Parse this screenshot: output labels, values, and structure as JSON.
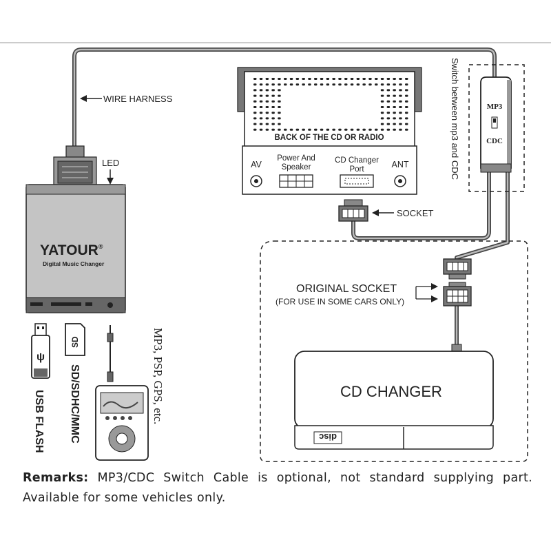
{
  "labels": {
    "wire_harness": "WIRE HARNESS",
    "led": "LED",
    "brand": "YATOUR",
    "brand_mark": "®",
    "product": "Digital Music Changer",
    "back_panel": "BACK OF THE CD OR RADIO",
    "av": "AV",
    "power_line1": "Power And",
    "power_line2": "Speaker",
    "cdc_line1": "CD Changer",
    "cdc_line2": "Port",
    "ant": "ANT",
    "socket": "SOCKET",
    "switch_mp3": "MP3",
    "switch_cdc": "CDC",
    "switch_desc": "Switch between mp3 and CDC",
    "original_socket": "ORIGINAL SOCKET",
    "original_socket_note": "(FOR USE IN SOME CARS ONLY)",
    "cd_changer": "CD CHANGER",
    "disc": "disc",
    "usb": "USB FLASH",
    "sd": "SD/SDHC/MMC",
    "mp3": "MP3, PSP, GPS, etc.",
    "sd_card_text": "SD"
  },
  "remarks": {
    "bold": "Remarks:",
    "text": " MP3/CDC Switch Cable is optional, not standard supplying part. Available for some vehicles only."
  }
}
